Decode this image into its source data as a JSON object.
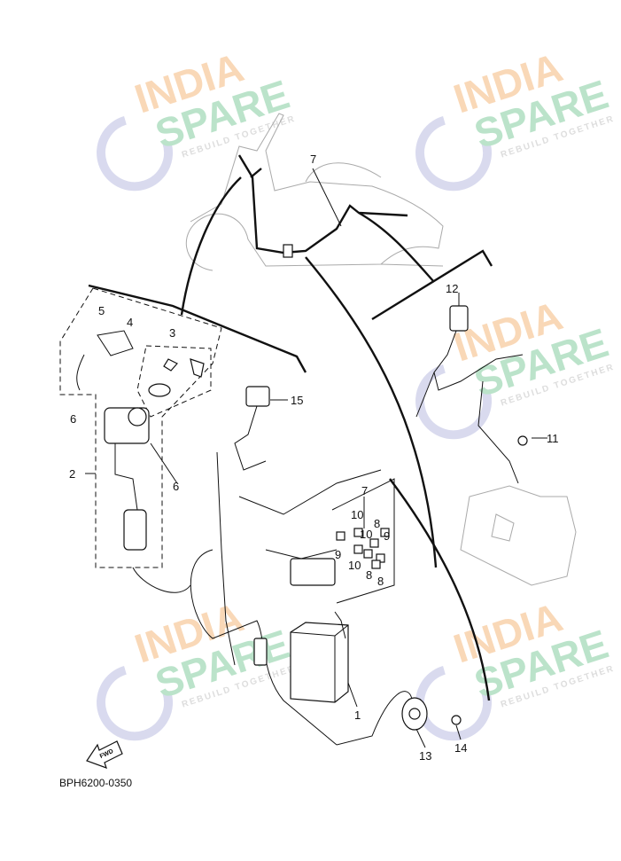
{
  "diagram": {
    "code": "BPH6200-0350",
    "fwd_label": "FWD",
    "watermark": {
      "line1": "INDIA",
      "line2": "SPARE",
      "tagline": "REBUILD TOGETHER",
      "colors": {
        "india": "#f7c89a",
        "spare": "#9fd8b5",
        "icon": "#c9cbe8"
      }
    },
    "callouts": [
      {
        "id": "c7a",
        "text": "7"
      },
      {
        "id": "c12",
        "text": "12"
      },
      {
        "id": "c5",
        "text": "5"
      },
      {
        "id": "c4",
        "text": "4"
      },
      {
        "id": "c3",
        "text": "3"
      },
      {
        "id": "c15",
        "text": "15"
      },
      {
        "id": "c6a",
        "text": "6"
      },
      {
        "id": "c11",
        "text": "11"
      },
      {
        "id": "c2",
        "text": "2"
      },
      {
        "id": "c6b",
        "text": "6"
      },
      {
        "id": "c7b",
        "text": "7"
      },
      {
        "id": "c10a",
        "text": "10"
      },
      {
        "id": "c8a",
        "text": "8"
      },
      {
        "id": "c10b",
        "text": "10"
      },
      {
        "id": "c9a",
        "text": "9"
      },
      {
        "id": "c9b",
        "text": "9"
      },
      {
        "id": "c10c",
        "text": "10"
      },
      {
        "id": "c8b",
        "text": "8"
      },
      {
        "id": "c8c",
        "text": "8"
      },
      {
        "id": "c1",
        "text": "1"
      },
      {
        "id": "c13",
        "text": "13"
      },
      {
        "id": "c14",
        "text": "14"
      }
    ]
  }
}
